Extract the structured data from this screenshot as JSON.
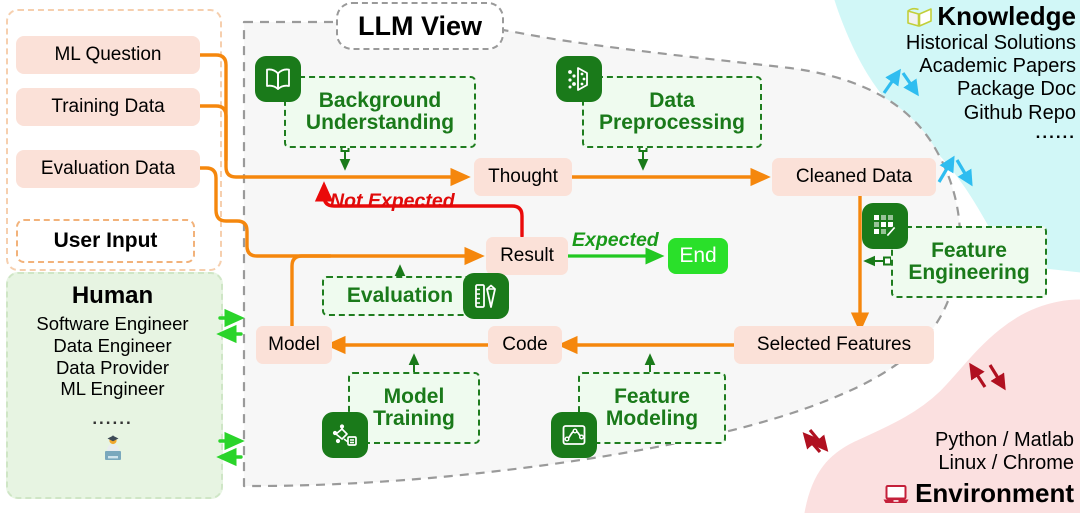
{
  "diagram": {
    "llm_view_title": "LLM View",
    "regions": {
      "user_input": {
        "label": "User Input",
        "items": [
          "ML Question",
          "Training Data",
          "Evaluation Data"
        ]
      },
      "human": {
        "title": "Human",
        "roles": [
          "Software Engineer",
          "Data Engineer",
          "Data Provider",
          "ML Engineer"
        ],
        "ellipsis": "......",
        "icon": "person-lectern-icon",
        "color": "#e7f4e2"
      },
      "knowledge": {
        "title": "Knowledge",
        "icon": "open-book-icon",
        "items": [
          "Historical Solutions",
          "Academic Papers",
          "Package Doc",
          "Github Repo"
        ],
        "ellipsis": "......",
        "color": "#d1f7f7"
      },
      "environment": {
        "title": "Environment",
        "icon": "laptop-icon",
        "items": [
          "Python / Matlab",
          "Linux / Chrome"
        ],
        "color": "#fbe0e0"
      }
    },
    "data_nodes": [
      {
        "id": "thought",
        "label": "Thought"
      },
      {
        "id": "cleaned_data",
        "label": "Cleaned Data"
      },
      {
        "id": "selected_features",
        "label": "Selected Features"
      },
      {
        "id": "code",
        "label": "Code"
      },
      {
        "id": "model",
        "label": "Model"
      },
      {
        "id": "result",
        "label": "Result"
      },
      {
        "id": "end",
        "label": "End"
      }
    ],
    "capability_nodes": [
      {
        "id": "background_understanding",
        "line1": "Background",
        "line2": "Understanding",
        "icon": "open-book-icon"
      },
      {
        "id": "data_preprocessing",
        "line1": "Data",
        "line2": "Preprocessing",
        "icon": "data-filter-icon"
      },
      {
        "id": "feature_engineering",
        "line1": "Feature",
        "line2": "Engineering",
        "icon": "feature-wrench-icon"
      },
      {
        "id": "feature_modeling",
        "line1": "Feature",
        "line2": "Modeling",
        "icon": "chart-curve-icon"
      },
      {
        "id": "model_training",
        "line1": "Model",
        "line2": "Training",
        "icon": "network-train-icon"
      },
      {
        "id": "evaluation",
        "line1": "Evaluation",
        "line2": "",
        "icon": "ruler-pencil-icon"
      }
    ],
    "edge_labels": {
      "not_expected": "Not Expected",
      "expected": "Expected"
    },
    "colors": {
      "flow_orange": "#f5870d",
      "error_red": "#ea0a0a",
      "success_green": "#22c822",
      "capability_green": "#1a7a1a",
      "pill_pink": "#fbe1d8",
      "llm_view_fill": "#f7f7f7",
      "knowledge_blue": "#d1f7f7",
      "environment_pink": "#fbe0e0",
      "human_green": "#e7f4e2"
    }
  }
}
